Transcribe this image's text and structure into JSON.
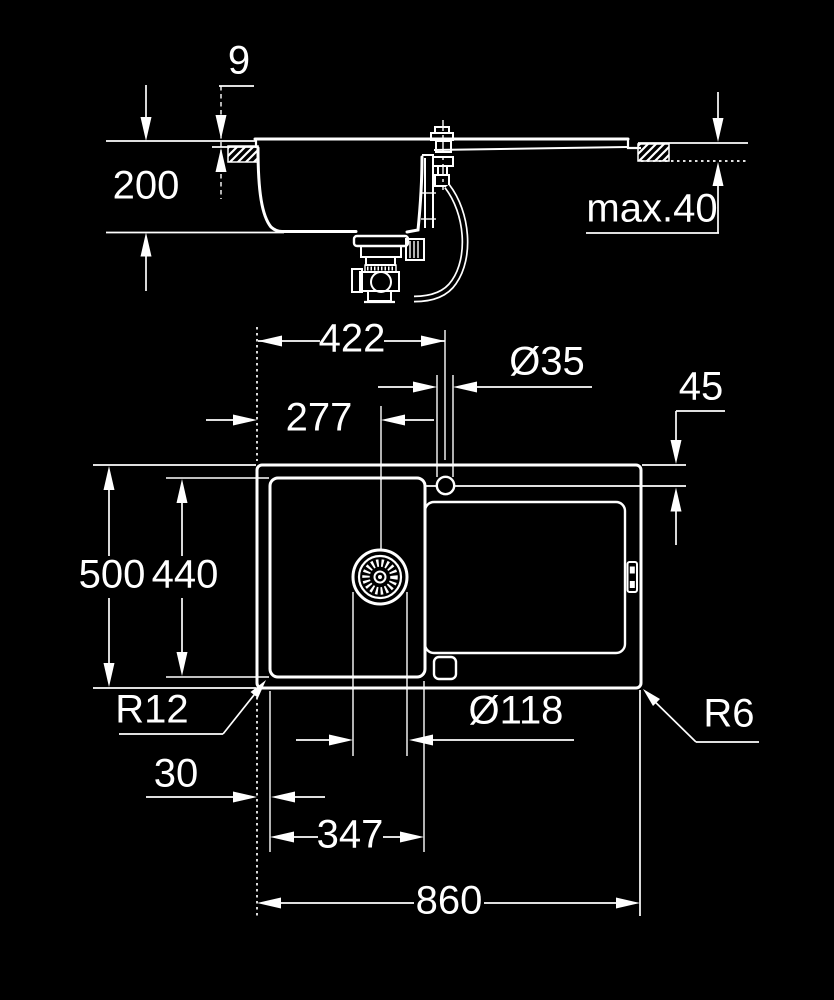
{
  "colors": {
    "background": "#000000",
    "line": "#ffffff"
  },
  "side_view": {
    "labels": {
      "rim_thickness": "9",
      "bowl_depth": "200",
      "counter_thickness": "max.40"
    }
  },
  "plan_view": {
    "labels": {
      "faucet_center_from_left": "422",
      "faucet_hole_diameter": "Ø35",
      "faucet_center_from_top_edge": "45",
      "drain_center_from_left": "277",
      "overall_depth": "500",
      "bowl_inner_depth": "440",
      "bowl_corner_radius": "R12",
      "drain_diameter": "Ø118",
      "outer_corner_radius": "R6",
      "bowl_offset_from_edge": "30",
      "bowl_inner_width": "347",
      "overall_width": "860"
    }
  }
}
